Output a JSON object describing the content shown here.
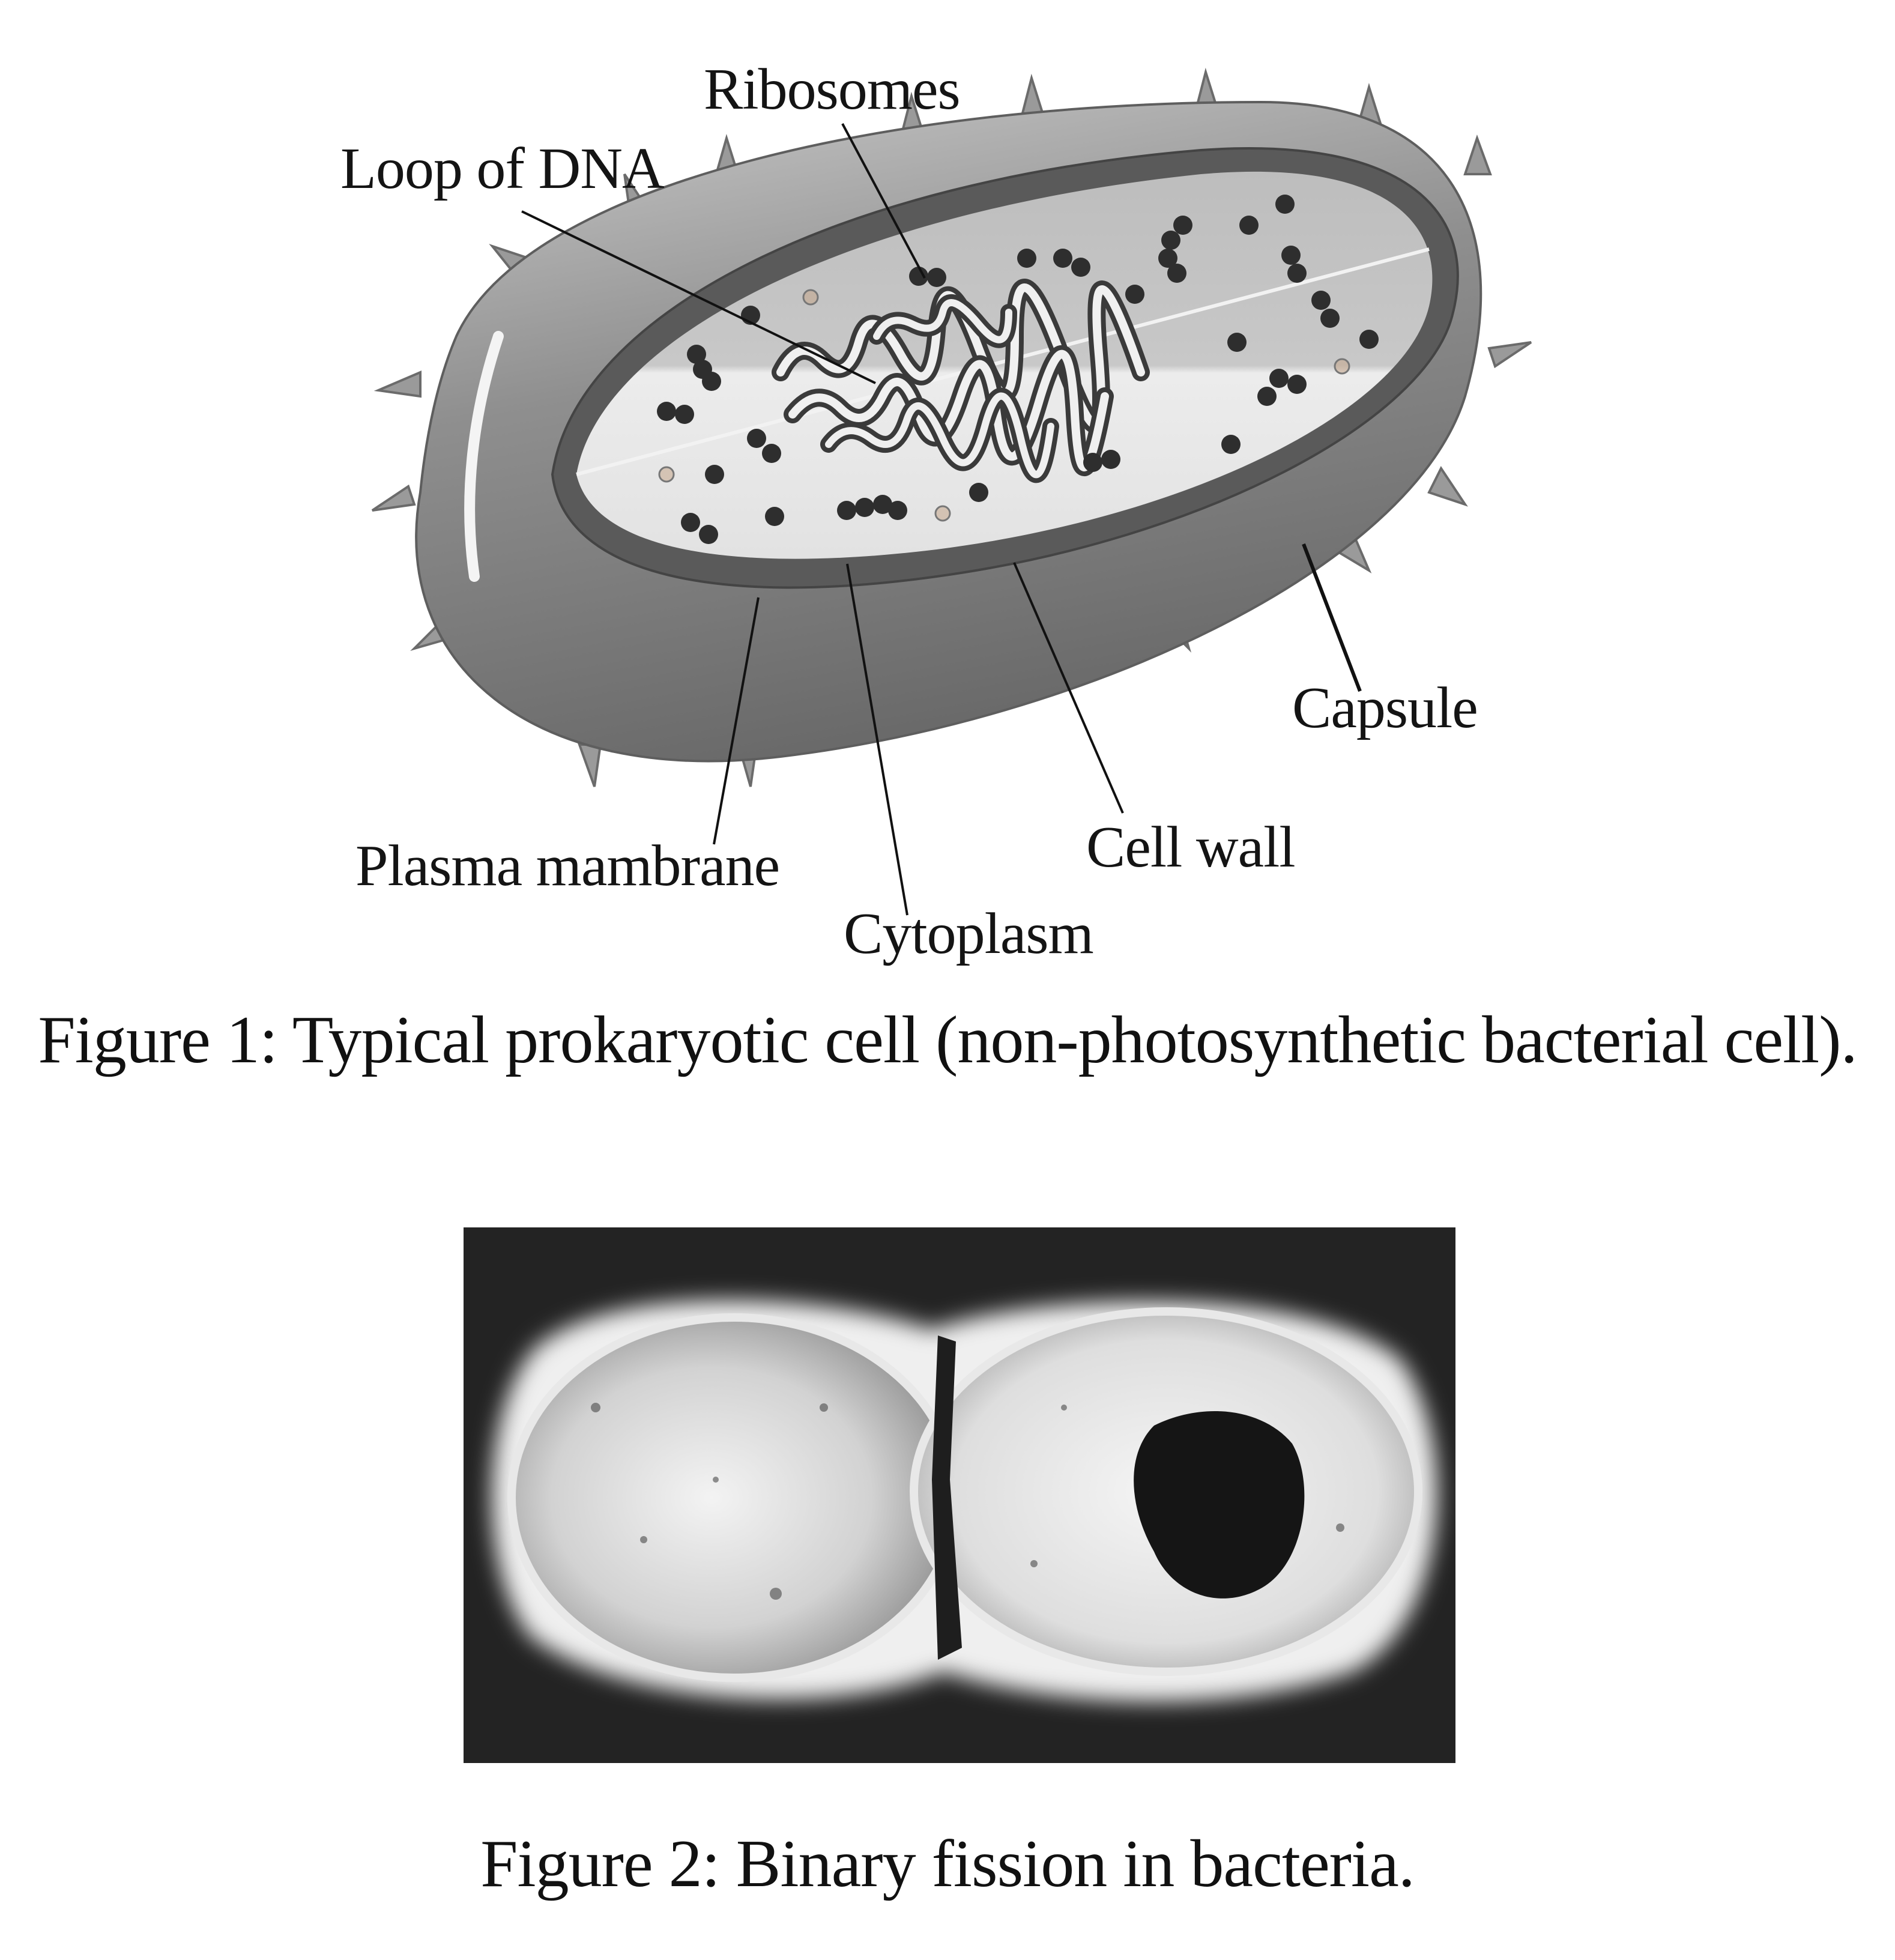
{
  "figure1": {
    "caption": "Figure 1: Typical prokaryotic cell (non-photosynthetic bacterial cell).",
    "illustration": "bacterial-cell-cutaway-diagram",
    "labels": {
      "ribosomes": "Ribosomes",
      "loop_of_dna": "Loop of DNA",
      "capsule": "Capsule",
      "cell_wall": "Cell wall",
      "plasma_membrane": "Plasma mambrane",
      "cytoplasm": "Cytoplasm"
    }
  },
  "figure2": {
    "caption": "Figure 2: Binary fission in bacteria.",
    "illustration": "electron-micrograph-dividing-bacterium"
  },
  "colors": {
    "background": "#ffffff",
    "text": "#111111",
    "capsule": "#8a8a8a",
    "cell_wall": "#555555",
    "cytoplasm_light": "#e6e6e6",
    "cytoplasm_dark": "#bdbdbd",
    "ribosome": "#2e2e2e",
    "micrograph_bg": "#222222"
  }
}
